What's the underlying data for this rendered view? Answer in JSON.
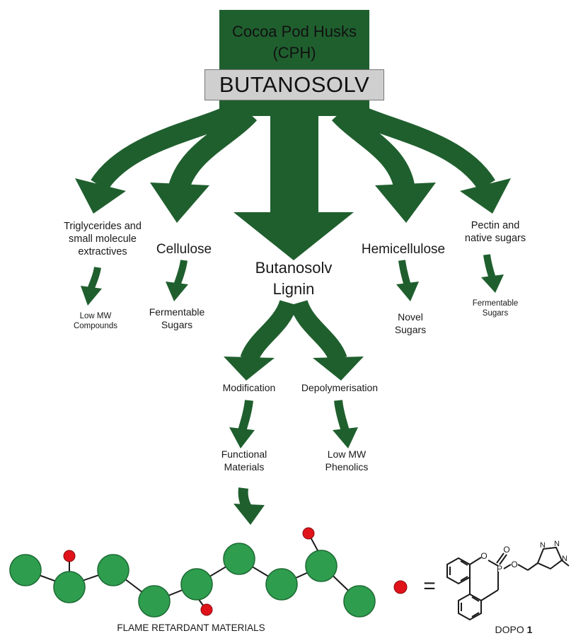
{
  "colors": {
    "arrow_green": "#1f5f2e",
    "node_green": "#2e9e4e",
    "node_stroke": "#1e6b34",
    "dopo_red": "#e0131b",
    "box_gray": "#cfcfcf"
  },
  "source": {
    "line1": "Cocoa Pod Husks",
    "line2": "(CPH)"
  },
  "process": "BUTANOSOLV",
  "branches": [
    {
      "label_lines": [
        "Triglycerides and",
        "small molecule",
        "extractives"
      ],
      "product_lines": [
        "Low MW",
        "Compounds"
      ]
    },
    {
      "label_lines": [
        "Cellulose"
      ],
      "product_lines": [
        "Fermentable",
        "Sugars"
      ]
    },
    {
      "label_lines": [
        "Butanosolv",
        "Lignin"
      ]
    },
    {
      "label_lines": [
        "Hemicellulose"
      ],
      "product_lines": [
        "Novel",
        "Sugars"
      ]
    },
    {
      "label_lines": [
        "Pectin and",
        "native sugars"
      ],
      "product_lines": [
        "Fermentable",
        "Sugars"
      ]
    }
  ],
  "lignin_paths": [
    {
      "label": "Modification",
      "product_lines": [
        "Functional",
        "Materials"
      ]
    },
    {
      "label": "Depolymerisation",
      "product_lines": [
        "Low MW",
        "Phenolics"
      ]
    }
  ],
  "final_product": "FLAME RETARDANT MATERIALS",
  "legend": {
    "equals": "=",
    "compound_name": "DOPO",
    "compound_number": "1",
    "atoms": [
      "O",
      "P",
      "O",
      "O",
      "N",
      "N",
      "N"
    ]
  }
}
